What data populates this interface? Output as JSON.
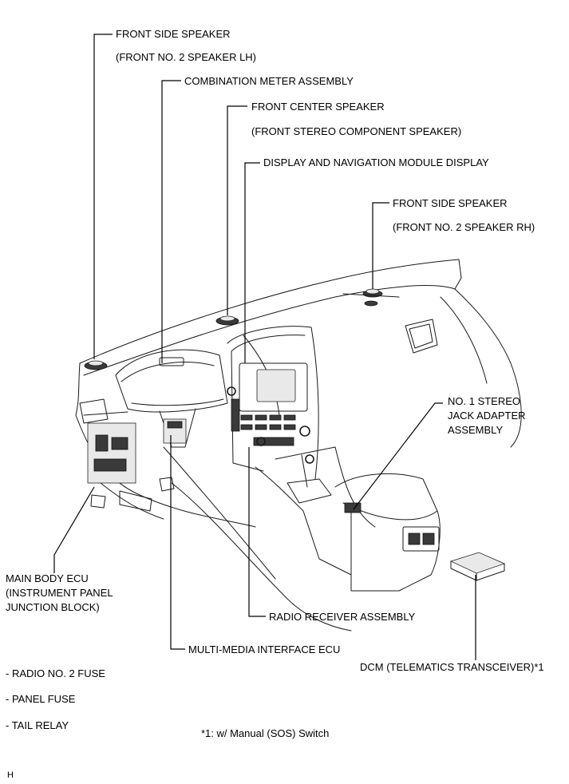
{
  "callouts": {
    "front_side_speaker_lh": [
      "FRONT SIDE SPEAKER",
      "(FRONT NO. 2 SPEAKER LH)"
    ],
    "combination_meter": "COMBINATION METER ASSEMBLY",
    "front_center_speaker": [
      "FRONT CENTER SPEAKER",
      "(FRONT STEREO COMPONENT SPEAKER)"
    ],
    "display_navigation": "DISPLAY AND NAVIGATION MODULE DISPLAY",
    "front_side_speaker_rh": [
      "FRONT SIDE SPEAKER",
      "(FRONT NO. 2 SPEAKER RH)"
    ],
    "stereo_jack_adapter": [
      "NO. 1 STEREO",
      "JACK ADAPTER",
      "ASSEMBLY"
    ],
    "main_body_ecu": [
      "MAIN BODY ECU",
      "(INSTRUMENT PANEL",
      "JUNCTION BLOCK)"
    ],
    "radio_receiver": "RADIO RECEIVER ASSEMBLY",
    "multimedia_interface_ecu": "MULTI-MEDIA INTERFACE ECU",
    "dcm": "DCM (TELEMATICS TRANSCEIVER)*1"
  },
  "sub_items": [
    "- RADIO NO. 2 FUSE",
    "- PANEL FUSE",
    "- TAIL RELAY"
  ],
  "footnote": "*1: w/ Manual (SOS) Switch",
  "corner_mark": "H"
}
